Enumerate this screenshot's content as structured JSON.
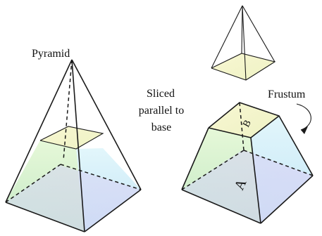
{
  "labels": {
    "pyramid": "Pyramid",
    "sliced_line1": "Sliced",
    "sliced_line2": "parallel to",
    "sliced_line3": "base",
    "frustum": "Frustum",
    "face_a": "A",
    "face_b": "B"
  },
  "colors": {
    "left_face": "#cfeec4",
    "right_face": "#cfeff8",
    "base": "#d5d2f5",
    "top_section": "#f6f6c6",
    "edge": "#1a1a1a"
  }
}
